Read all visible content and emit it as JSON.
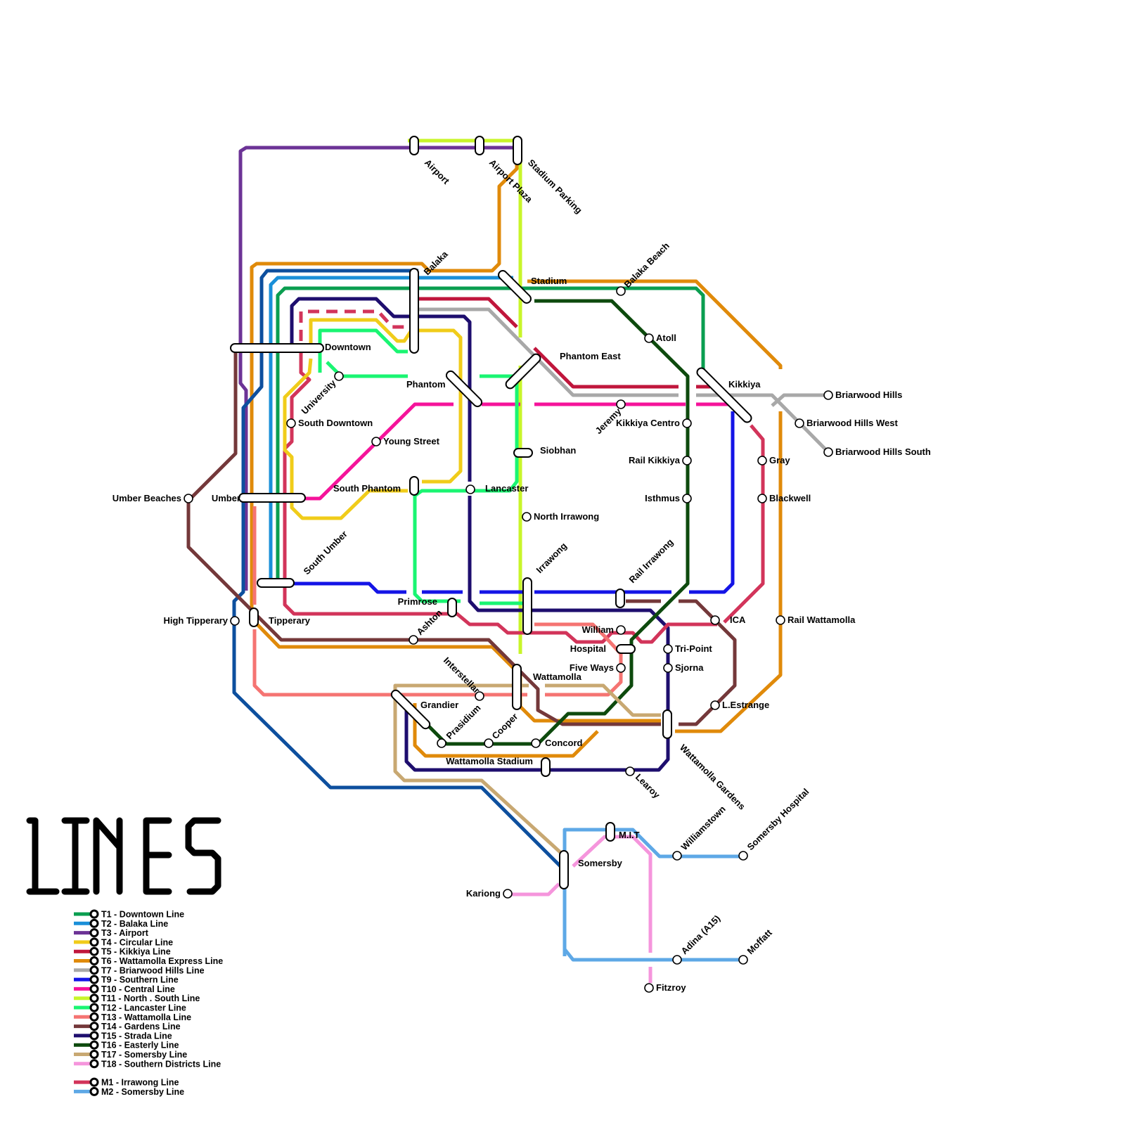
{
  "legend": {
    "title": "LINES",
    "lines": [
      {
        "code": "T1",
        "label": "T1 - Downtown Line",
        "color": "#0a9e50"
      },
      {
        "code": "T2",
        "label": "T2 - Balaka Line",
        "color": "#1a8fd8"
      },
      {
        "code": "T3",
        "label": "T3 - Airport",
        "color": "#6c3396"
      },
      {
        "code": "T4",
        "label": "T4 - Circular Line",
        "color": "#f0cc1a"
      },
      {
        "code": "T5",
        "label": "T5 - Kikkiya Line",
        "color": "#c0163c"
      },
      {
        "code": "T6",
        "label": "T6 - Wattamolla Express Line",
        "color": "#e08a0a"
      },
      {
        "code": "T7",
        "label": "T7 - Briarwood Hills Line",
        "color": "#a8a8a8"
      },
      {
        "code": "T9",
        "label": "T9 - Southern Line",
        "color": "#1414e6"
      },
      {
        "code": "T10",
        "label": "T10 - Central Line",
        "color": "#f5139a"
      },
      {
        "code": "T11",
        "label": "T11 - North . South Line",
        "color": "#c8f52a"
      },
      {
        "code": "T12",
        "label": "T12 - Lancaster Line",
        "color": "#1af572"
      },
      {
        "code": "T13",
        "label": "T13 - Wattamolla Line",
        "color": "#f57472"
      },
      {
        "code": "T14",
        "label": "T14 - Gardens Line",
        "color": "#74383a"
      },
      {
        "code": "T15",
        "label": "T15 - Strada Line",
        "color": "#1e0e6e"
      },
      {
        "code": "T16",
        "label": "T16 - Easterly Line",
        "color": "#0d4a0d"
      },
      {
        "code": "T17",
        "label": "T17 - Somersby Line",
        "color": "#c8a872"
      },
      {
        "code": "T18",
        "label": "T18 - Southern Districts Line",
        "color": "#f595dc"
      },
      {
        "code": "M1",
        "label": "M1 - Irrawong Line",
        "color": "#d2345a"
      },
      {
        "code": "M2",
        "label": "M2 - Somersby Line",
        "color": "#5ea8e6"
      }
    ]
  },
  "stations": {
    "airport": "Airport",
    "airport_plaza": "Airport Plaza",
    "stadium_parking": "Stadium Parking",
    "balaka": "Balaka",
    "stadium": "Stadium",
    "balaka_beach": "Balaka Beach",
    "downtown": "Downtown",
    "atoll": "Atoll",
    "phantom_east": "Phantom East",
    "university": "University",
    "phantom": "Phantom",
    "kikkiya": "Kikkiya",
    "briarwood_hills": "Briarwood Hills",
    "south_downtown": "South Downtown",
    "jeremy": "Jeremy",
    "kikkiya_centro": "Kikkiya Centro",
    "briarwood_hills_west": "Briarwood Hills West",
    "young_street": "Young Street",
    "siobhan": "Siobhan",
    "briarwood_hills_south": "Briarwood Hills South",
    "rail_kikkiya": "Rail Kikkiya",
    "gray": "Gray",
    "umber_beaches": "Umber Beaches",
    "umber": "Umber",
    "south_phantom": "South Phantom",
    "lancaster": "Lancaster",
    "isthmus": "Isthmus",
    "blackwell": "Blackwell",
    "north_irrawong": "North Irrawong",
    "south_umber": "South Umber",
    "irrawong": "Irrawong",
    "rail_irrawong": "Rail Irrawong",
    "primrose": "Primrose",
    "high_tipperary": "High Tipperary",
    "tipperary": "Tipperary",
    "ashton": "Ashton",
    "ica": "ICA",
    "rail_wattamolla": "Rail Wattamolla",
    "william": "William",
    "hospital": "Hospital",
    "tri_point": "Tri-Point",
    "interstellar": "Interstellar",
    "five_ways": "Five Ways",
    "sjorna": "Sjorna",
    "wattamolla": "Wattamolla",
    "grandier": "Grandier",
    "l_estrange": "L.Estrange",
    "prasidium": "Prasidium",
    "cooper": "Cooper",
    "concord": "Concord",
    "wattamolla_stadium": "Wattamolla Stadium",
    "wattamolla_gardens": "Wattamolla Gardens",
    "learoy": "Learoy",
    "williamstown": "Williamstown",
    "somersby_hospital": "Somersby Hospital",
    "mit": "M.I.T",
    "somersby": "Somersby",
    "kariong": "Kariong",
    "adina": "Adina (A15)",
    "moffatt": "Moffatt",
    "fitzroy": "Fitzroy"
  }
}
